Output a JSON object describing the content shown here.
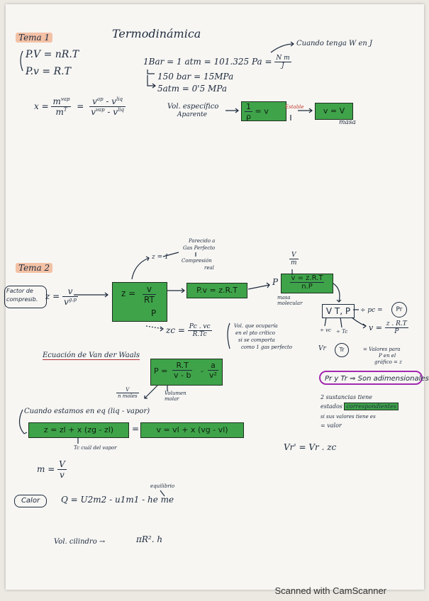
{
  "page": {
    "title": "Termodinámica",
    "scanner_footer": "Scanned with CamScanner"
  },
  "tema1": {
    "label": "Tema 1",
    "eq1": "P.V = nR.T",
    "eq2": "P.v = R.T",
    "cuando": "Cuando tenga W en J",
    "bar_eq": "1Bar = 1 atm = 101.325 Pa =",
    "bar_frac_num": "N m",
    "bar_frac_den": "J",
    "conv1": "150 bar = 15MPa",
    "conv2": "5atm = 0'5 MPa",
    "x_lhs": "x =",
    "x_frac1_num": "m",
    "x_frac1_num_sup": "vap",
    "x_frac1_den": "m",
    "x_frac1_den_sup": "T",
    "x_eq": "=",
    "x_frac2_num": "v",
    "x_frac2_num_mid": "ap",
    "x_frac2_num_rest": "- v",
    "x_frac2_num_sup2": "liq",
    "x_frac2_den": "v",
    "x_frac2_den_sup": "vap",
    "x_frac2_den_rest": "- v",
    "x_frac2_den_sup2": "liq",
    "vol_label": "Vol. específico",
    "vol_sub": "Aparente",
    "box1_num": "1",
    "box1_den": "ρ",
    "box1_rest": "= v",
    "estable": "Estable",
    "box2_text": "v = V",
    "box2_sub": "masa"
  },
  "tema2": {
    "label": "Tema 2",
    "factor_label": "Factor de compresib.",
    "z_lhs": "z =",
    "z_frac_num": "v",
    "z_frac_den": "v",
    "z_frac_den_sup": "g.p",
    "big_box_z": "z =",
    "big_box_num": "v",
    "big_box_mid": "RT",
    "big_box_den": "P",
    "z1": "z = 1",
    "z1_note_a": "Parecido a",
    "z1_note_b": "Gas Perfecto",
    "z1_note_c": "Compresión",
    "z1_note_d": "real",
    "box_pv": "P.v = z.R.T",
    "box_pv2_p": "P",
    "box_pv2_text": "v = z.R.T",
    "box_pv2_den": "n.P",
    "v_over_m": "V",
    "v_over_m_den": "m",
    "masa_molecular": "masa molecular",
    "zc_text": "zc =",
    "zc_num": "Pc . vc",
    "zc_den": "R.Tc",
    "zc_note_1": "Vol. que ocuparía",
    "zc_note_2": "en el pto crítico",
    "zc_note_3": "si se comporta",
    "zc_note_4": "como 1 gas perfecto",
    "vtp_box": "V T, P",
    "div_pc": "÷ pc =",
    "pr": "Pr",
    "div_vc": "÷ vc",
    "div_tc": "÷ Tc",
    "vr": "Vr",
    "tr": "Tr",
    "v_eq": "v =",
    "v_eq_num": "z . R.T",
    "v_eq_den": "P",
    "valores_1": "= Valores para",
    "valores_2": "P en el",
    "valores_3": "gráfico = z",
    "vdw_label": "Ecuación de Van der Waals",
    "vdw_p": "P =",
    "vdw_num1": "R.T",
    "vdw_den1": "v - b",
    "vdw_minus": "-",
    "vdw_num2": "a",
    "vdw_den2": "v²",
    "v_moles_num": "V",
    "v_moles_den": "n moles",
    "v_molar": "Volumen molar",
    "pr_tr": "Pr y Tr ⇒ Son adimensionales",
    "sust_1": "2 sustancias tiene",
    "sust_2": "estados",
    "sust_corr": "correspondientes",
    "sust_3": "si sus valores tiene es",
    "sust_4": "= valor",
    "cuando_eq": "Cuando estamos en eq (liq - vapor)",
    "z_mix": "z = zl + x (zg - zl)",
    "eq_sign": "=",
    "v_mix": "v = vl + x (vg - vl)",
    "tc_note": "Tc cuál del vapor",
    "vr_prime": "Vr' = Vr . zc",
    "m_eq": "m =",
    "m_num": "V",
    "m_den": "v",
    "calor": "Calor",
    "q_eq": "Q = U2m2 - u1m1 - he me",
    "equilibrio": "equilibrio",
    "vol_cil": "Vol. cilindro →",
    "vol_cil_eq": "πR². h"
  },
  "colors": {
    "ink": "#1d2a3d",
    "green_box": "#3fa34a",
    "orange_highlight": "#f0966e",
    "purple_outline": "#a32ab0",
    "red_note": "#c0392b"
  }
}
